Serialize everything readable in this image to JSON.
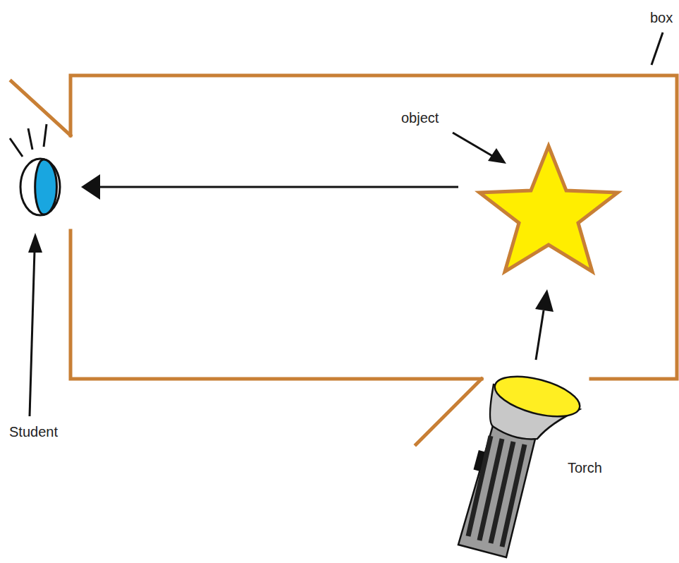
{
  "diagram": {
    "labels": [
      "box",
      "object",
      "Student",
      "Torch"
    ]
  }
}
